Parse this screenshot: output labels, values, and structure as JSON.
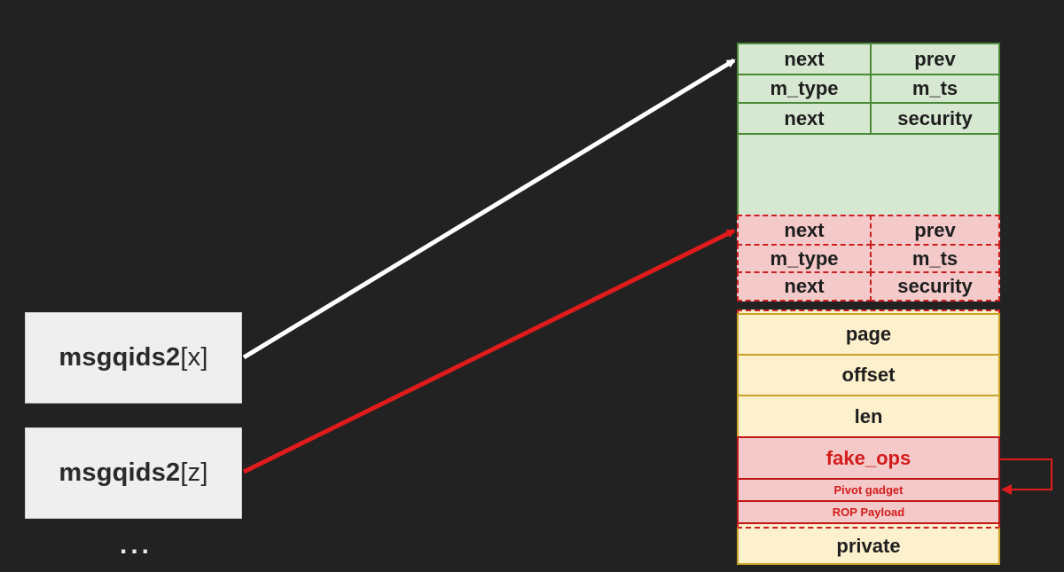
{
  "index_boxes": {
    "x": {
      "name": "msgqids2",
      "index": "x"
    },
    "z": {
      "name": "msgqids2",
      "index": "z"
    },
    "ellipsis": "..."
  },
  "msg_msg_green": {
    "row1": [
      "next",
      "prev"
    ],
    "row2": [
      "m_type",
      "m_ts"
    ],
    "row3": [
      "next",
      "security"
    ]
  },
  "msg_msg_red": {
    "row1": [
      "next",
      "prev"
    ],
    "row2": [
      "m_type",
      "m_ts"
    ],
    "row3": [
      "next",
      "security"
    ]
  },
  "pipe_buffer": {
    "page": "page",
    "offset": "offset",
    "len": "len",
    "fake_ops": "fake_ops",
    "pivot": "Pivot gadget",
    "rop": "ROP Payload",
    "private": "private"
  },
  "colors": {
    "background": "#222222",
    "green_fill": "#d6e8d2",
    "green_border": "#4a8a36",
    "red_fill": "#f3c9c9",
    "red": "#e01b1b",
    "yellow_fill": "#fdf0cc",
    "yellow_border": "#c9a227",
    "white_arrow": "#ffffff"
  }
}
